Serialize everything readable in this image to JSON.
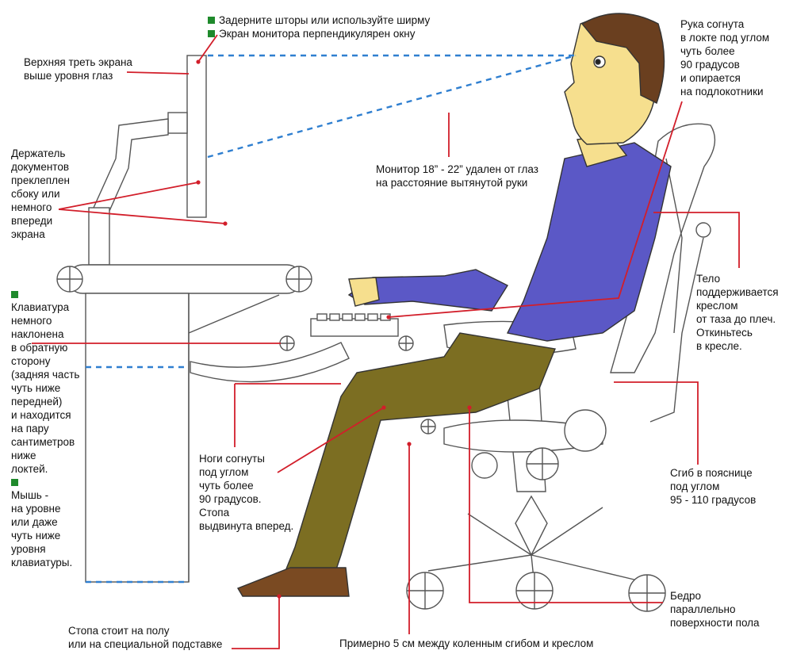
{
  "colors": {
    "leader_line": "#d21e2a",
    "dashed_line": "#2f7fd0",
    "bullet": "#1f8a2c",
    "shirt": "#5b58c6",
    "pants": "#7c6e22",
    "skin": "#f6df8e",
    "hair": "#6a3f1f",
    "shoes": "#7a4a22",
    "outline": "#444444"
  },
  "labels": {
    "curtains": "Задерните шторы или используйте ширму",
    "window": "Экран монитора перпендикулярен окну",
    "top_third": "Верхняя треть экрана\nвыше уровня глаз",
    "doc_holder": "Держатель\nдокументов\nпреклеплен\nсбоку или\nнемного\nвпереди\nэкрана",
    "keyboard": "Клавиатура\nнемного\nнаклонена\nв обратную\nсторону\n(задняя часть\nчуть ниже\nпередней)\nи находится\nна пару\nсантиметров\nниже\nлоктей.",
    "mouse": "Мышь -\nна уровне\nили даже\nчуть ниже\nуровня\nклавиатуры.",
    "arm": "Рука согнута\nв локте под углом\nчуть более\n90 градусов\nи опирается\nна подлокотники",
    "monitor_distance": "Монитор 18” - 22” удален от глаз\nна расстояние вытянутой руки",
    "body_support": "Тело\nподдерживается\nкреслом\nот таза до плеч.\nОткиньтесь\nв кресле.",
    "legs": "Ноги согнуты\nпод углом\nчуть более\n90 градусов.\nСтопа\nвыдвинута вперед.",
    "lumbar": "Сгиб в пояснице\nпод углом\n95 - 110 градусов",
    "thigh": "Бедро\nпараллельно\nповерхности пола",
    "foot": "Стопа стоит на полу\nили на специальной подставке",
    "knee_gap": "Примерно 5 см между коленным сгибом и креслом"
  }
}
